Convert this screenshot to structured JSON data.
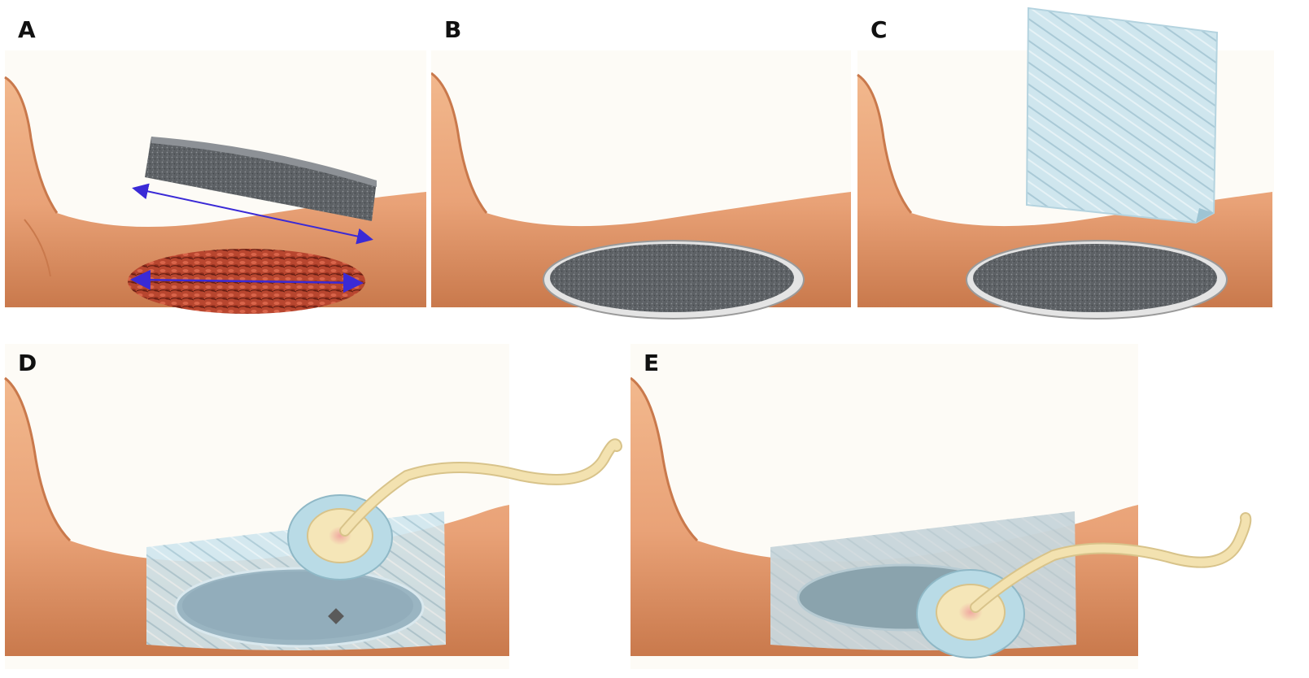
{
  "panels": [
    {
      "id": "A",
      "label": "A",
      "step": "measure-wound-cut-foam"
    },
    {
      "id": "B",
      "label": "B",
      "step": "foam-placed"
    },
    {
      "id": "C",
      "label": "C",
      "step": "apply-drape"
    },
    {
      "id": "D",
      "label": "D",
      "step": "attach-pad"
    },
    {
      "id": "E",
      "label": "E",
      "step": "apply-suction"
    }
  ],
  "colors": {
    "skin": "#e9a277",
    "skin_shadow": "#c9794c",
    "skin_highlight": "#f6cba6",
    "background": "#fdfbf6",
    "foam": "#5d6165",
    "foam_light": "#8d9196",
    "wound": "#b8462f",
    "drape": "#cfe6ee",
    "drape_line": "#a9c9d6",
    "arrow": "#3a2ad6",
    "pad_ring": "#b9dbe6",
    "pad_center": "#f5e6b8",
    "tube": "#f3e2b0",
    "tube_edge": "#d8c38a"
  },
  "icons": [
    "leg-illustration",
    "foam-dressing-icon",
    "drape-sheet-icon",
    "suction-pad-icon",
    "tubing-icon",
    "measurement-arrow-icon"
  ]
}
